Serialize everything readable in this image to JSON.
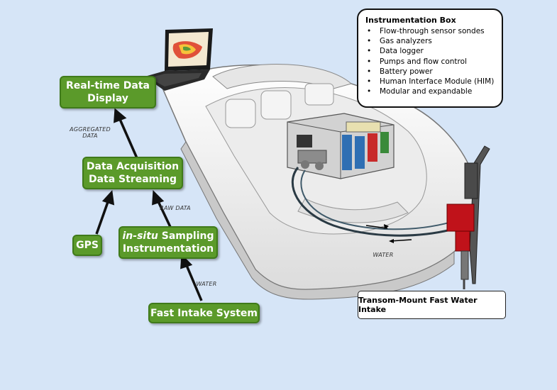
{
  "flow": {
    "display_label_line1": "Real-time Data",
    "display_label_line2": "Display",
    "acquisition_line1": "Data Acquisition",
    "acquisition_line2": "Data Streaming",
    "gps_label": "GPS",
    "sampling_italic": "in-situ",
    "sampling_rest": " Sampling",
    "sampling_line2": "Instrumentation",
    "intake_label": "Fast Intake System",
    "aggregated_line1": "AGGREGATED",
    "aggregated_line2": "DATA",
    "raw_data": "RAW DATA",
    "water": "WATER"
  },
  "boat": {
    "water_label": "WATER"
  },
  "instrumentation_box": {
    "title": "Instrumentation Box",
    "items": [
      "Flow-through sensor sondes",
      "Gas analyzers",
      "Data logger",
      "Pumps and flow control",
      "Battery power",
      "Human Interface Module (HIM)",
      "Modular and expandable"
    ]
  },
  "transom_label": "Transom-Mount Fast Water Intake",
  "colors": {
    "background": "#d6e5f7",
    "flow_box": "#5b9a2a",
    "hull": "#f2f2f2",
    "intake_red": "#c0121a"
  }
}
